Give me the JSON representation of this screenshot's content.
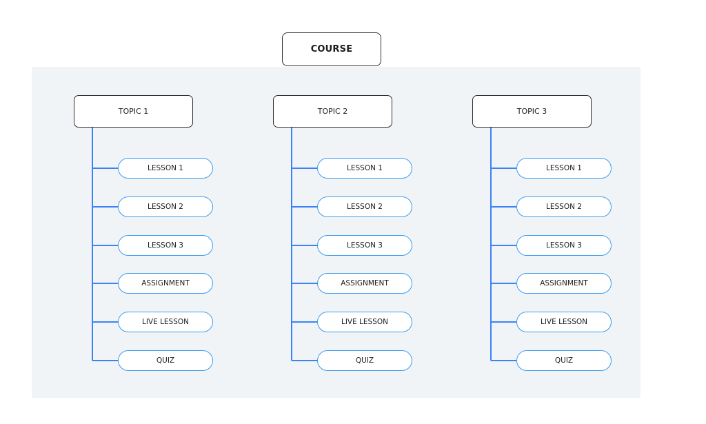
{
  "course": {
    "label": "COURSE"
  },
  "colors": {
    "panel_background": "#f1f4f7",
    "connector": "#3b82f6",
    "pill_border": "#3b9df0",
    "box_border": "#2d2d2d"
  },
  "topics": [
    {
      "label": "TOPIC 1",
      "items": [
        "LESSON 1",
        "LESSON 2",
        "LESSON 3",
        "ASSIGNMENT",
        "LIVE LESSON",
        "QUIZ"
      ]
    },
    {
      "label": "TOPIC 2",
      "items": [
        "LESSON 1",
        "LESSON 2",
        "LESSON 3",
        "ASSIGNMENT",
        "LIVE LESSON",
        "QUIZ"
      ]
    },
    {
      "label": "TOPIC 3",
      "items": [
        "LESSON 1",
        "LESSON 2",
        "LESSON 3",
        "ASSIGNMENT",
        "LIVE LESSON",
        "QUIZ"
      ]
    }
  ]
}
